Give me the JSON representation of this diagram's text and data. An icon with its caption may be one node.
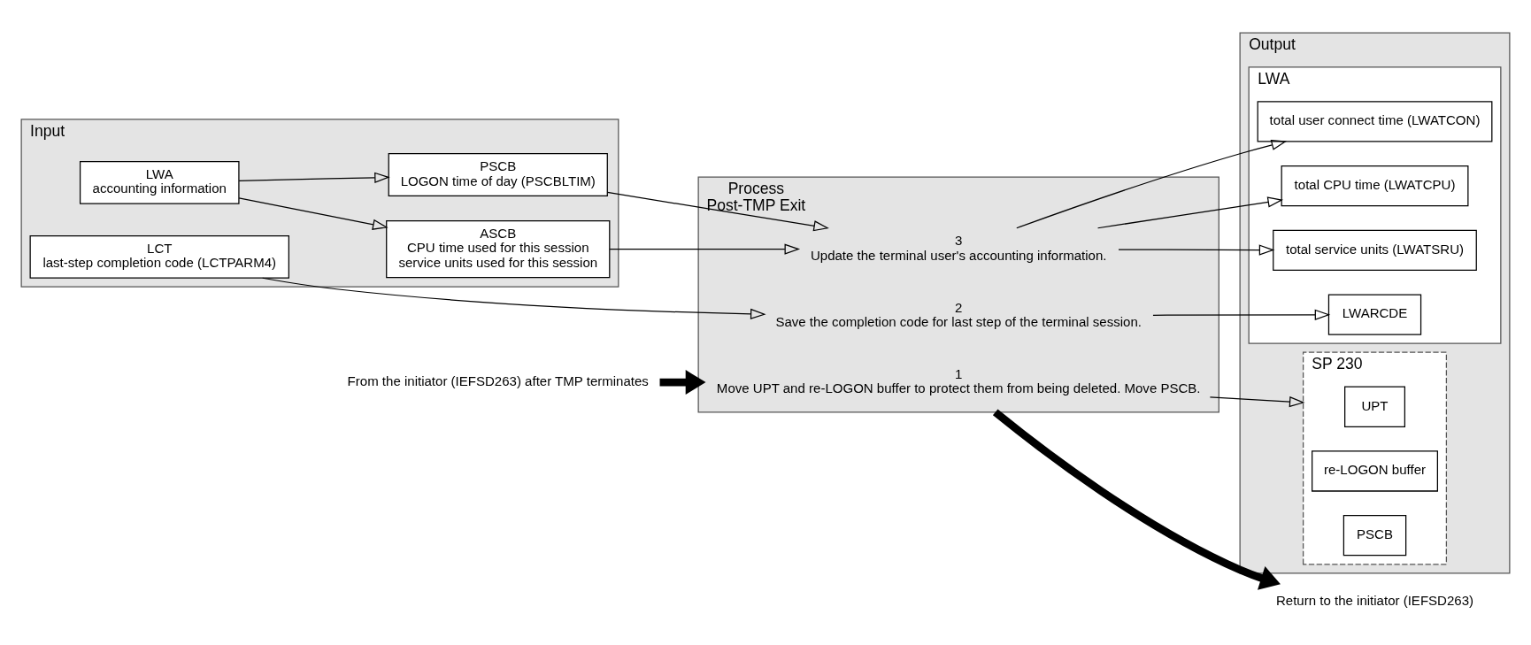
{
  "diagram": {
    "nodes": [
      {
        "text": [
          "Input"
        ]
      },
      {
        "text": [
          "LCT",
          "last-step completion code (LCTPARM4)"
        ],
        "in": 0
      },
      {
        "text": [
          "LWA",
          "accounting information"
        ],
        "in": 0
      },
      {
        "text": [
          "ASCB",
          "CPU time used for this session",
          "service units used for this session"
        ],
        "in": 0
      },
      {
        "text": [
          "PSCB",
          "LOGON time of day (PSCBLTIM)"
        ],
        "in": 0
      },
      {
        "text": [
          "Process",
          "Post-TMP Exit"
        ]
      },
      {
        "text": [
          "1",
          "Move UPT and re-LOGON buffer to protect them from being deleted. Move PSCB."
        ],
        "in": 5
      },
      {
        "text": [
          "2",
          "Save the completion code for last step of the terminal session."
        ],
        "in": 5
      },
      {
        "text": [
          "3",
          "Update the terminal user's accounting information."
        ],
        "in": 5
      },
      {
        "text": [
          "Output"
        ]
      },
      {
        "text": [
          "SP 230"
        ],
        "in": 9
      },
      {
        "text": [
          "UPT"
        ],
        "in": 10
      },
      {
        "text": [
          "re-LOGON buffer"
        ],
        "in": 10
      },
      {
        "text": [
          "PSCB"
        ],
        "in": 10
      },
      {
        "text": [
          "LWA"
        ],
        "in": 9
      },
      {
        "text": [
          "LWARCDE"
        ],
        "in": 14
      },
      {
        "text": [
          "total CPU time (LWATCPU)"
        ],
        "in": 14
      },
      {
        "text": [
          "total service units (LWATSRU)"
        ],
        "in": 14
      },
      {
        "text": [
          "total user connect time (LWATCON)"
        ],
        "in": 14
      },
      {
        "text": [
          "From the initiator (IEFSD263) after TMP terminates"
        ]
      },
      {
        "text": [
          "Return to the initiator (IEFSD263)"
        ]
      }
    ],
    "edges": [
      {
        "from": 19,
        "to": 5,
        "arrow": "to",
        "style": "thick"
      },
      {
        "from": 2,
        "to": 3,
        "arrow": "to"
      },
      {
        "from": 2,
        "to": 4,
        "arrow": "to"
      },
      {
        "from": 1,
        "to": 7,
        "arrow": "to"
      },
      {
        "from": 3,
        "to": 8,
        "arrow": "to"
      },
      {
        "from": 4,
        "to": 8,
        "arrow": "to"
      },
      {
        "from": 6,
        "to": 10,
        "arrow": "to"
      },
      {
        "from": 7,
        "to": 15,
        "arrow": "to"
      },
      {
        "from": 8,
        "to": 16,
        "arrow": "to"
      },
      {
        "from": 8,
        "to": 17,
        "arrow": "to"
      },
      {
        "from": 8,
        "to": 18,
        "arrow": "to"
      },
      {
        "from": 5,
        "to": 20,
        "arrow": "to",
        "style": "thick"
      }
    ]
  }
}
